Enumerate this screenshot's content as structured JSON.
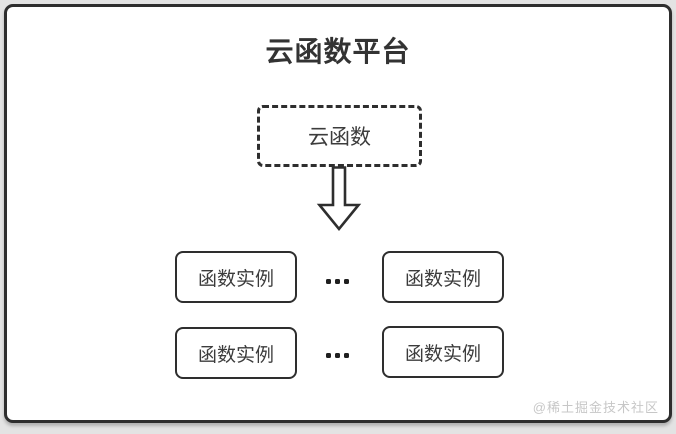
{
  "diagram": {
    "title": "云函数平台",
    "cloud_function_label": "云函数",
    "rows": [
      {
        "left": "函数实例",
        "right": "函数实例"
      },
      {
        "left": "函数实例",
        "right": "函数实例"
      }
    ],
    "icons": {
      "arrow": "block-arrow-down-outline",
      "ellipsis": "horizontal-dots"
    },
    "colors": {
      "line": "#2e2e2e",
      "text": "#3c3c3c",
      "title_text": "#333333",
      "card_background": "#ffffff",
      "page_background": "#e3e3e3",
      "watermark": "#c7c7c7"
    },
    "watermark": "@稀土掘金技术社区"
  }
}
